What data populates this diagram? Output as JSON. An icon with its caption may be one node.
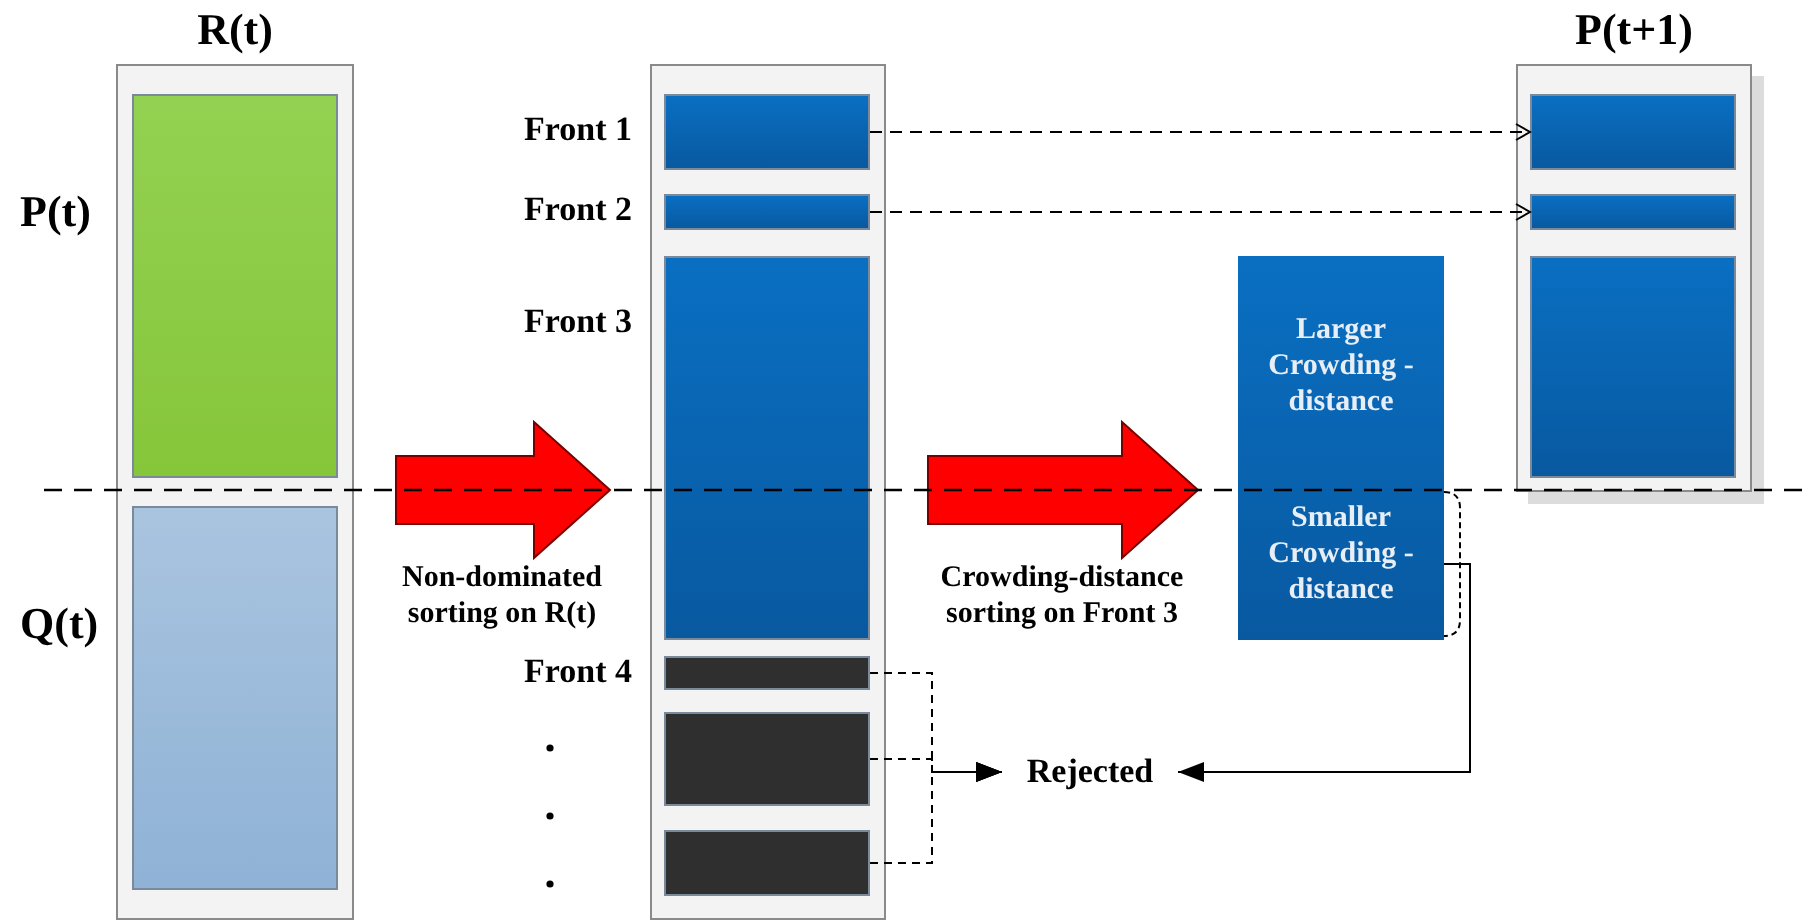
{
  "diagram": {
    "nodes": [
      {
        "text": [
          "R(t)"
        ]
      },
      {
        "text": [],
        "shape": "box",
        "in": 0,
        "beside": [
          "P(t)"
        ]
      },
      {
        "text": [],
        "shape": "box",
        "in": 0,
        "beside": [
          "Q(t)"
        ]
      },
      {
        "text": [],
        "shape": "box"
      },
      {
        "text": [],
        "shape": "bar",
        "in": 3,
        "beside": [
          "Front 1"
        ]
      },
      {
        "text": [],
        "shape": "bar",
        "in": 3,
        "beside": [
          "Front 2"
        ]
      },
      {
        "text": [],
        "shape": "bar",
        "in": 3,
        "beside": [
          "Front 3"
        ]
      },
      {
        "text": [],
        "shape": "bar",
        "in": 3,
        "beside": [
          "Front 4"
        ]
      },
      {
        "text": [],
        "shape": "bar",
        "in": 3
      },
      {
        "text": [],
        "shape": "bar",
        "in": 3
      },
      {
        "text": [
          "Larger Crowding -distance",
          "Smaller Crowding -distance"
        ]
      },
      {
        "text": [
          "P(t+1)"
        ]
      },
      {
        "text": [],
        "shape": "bar",
        "in": 11
      },
      {
        "text": [],
        "shape": "bar",
        "in": 11
      },
      {
        "text": [],
        "shape": "bar",
        "in": 11
      },
      {
        "text": [
          "Rejected"
        ]
      }
    ],
    "edges": [
      {
        "from": 0,
        "to": 3,
        "arrow": "to",
        "label": "Non-dominated sorting on R(t)",
        "style": "thick",
        "color": "#ff0000"
      },
      {
        "from": 3,
        "to": 10,
        "arrow": "to",
        "label": "Crowding-distance sorting on Front 3",
        "style": "thick",
        "color": "#ff0000"
      },
      {
        "from": 4,
        "to": 12,
        "arrow": "to",
        "style": "dashed"
      },
      {
        "from": 5,
        "to": 13,
        "arrow": "to",
        "style": "dashed"
      },
      {
        "from": 7,
        "to": 15,
        "arrow": "to",
        "style": "dashed"
      },
      {
        "from": 8,
        "to": 15,
        "arrow": "to",
        "style": "dashed"
      },
      {
        "from": 9,
        "to": 15,
        "arrow": "to",
        "style": "dashed"
      },
      {
        "from": 10,
        "to": 15,
        "arrow": "to"
      }
    ]
  }
}
